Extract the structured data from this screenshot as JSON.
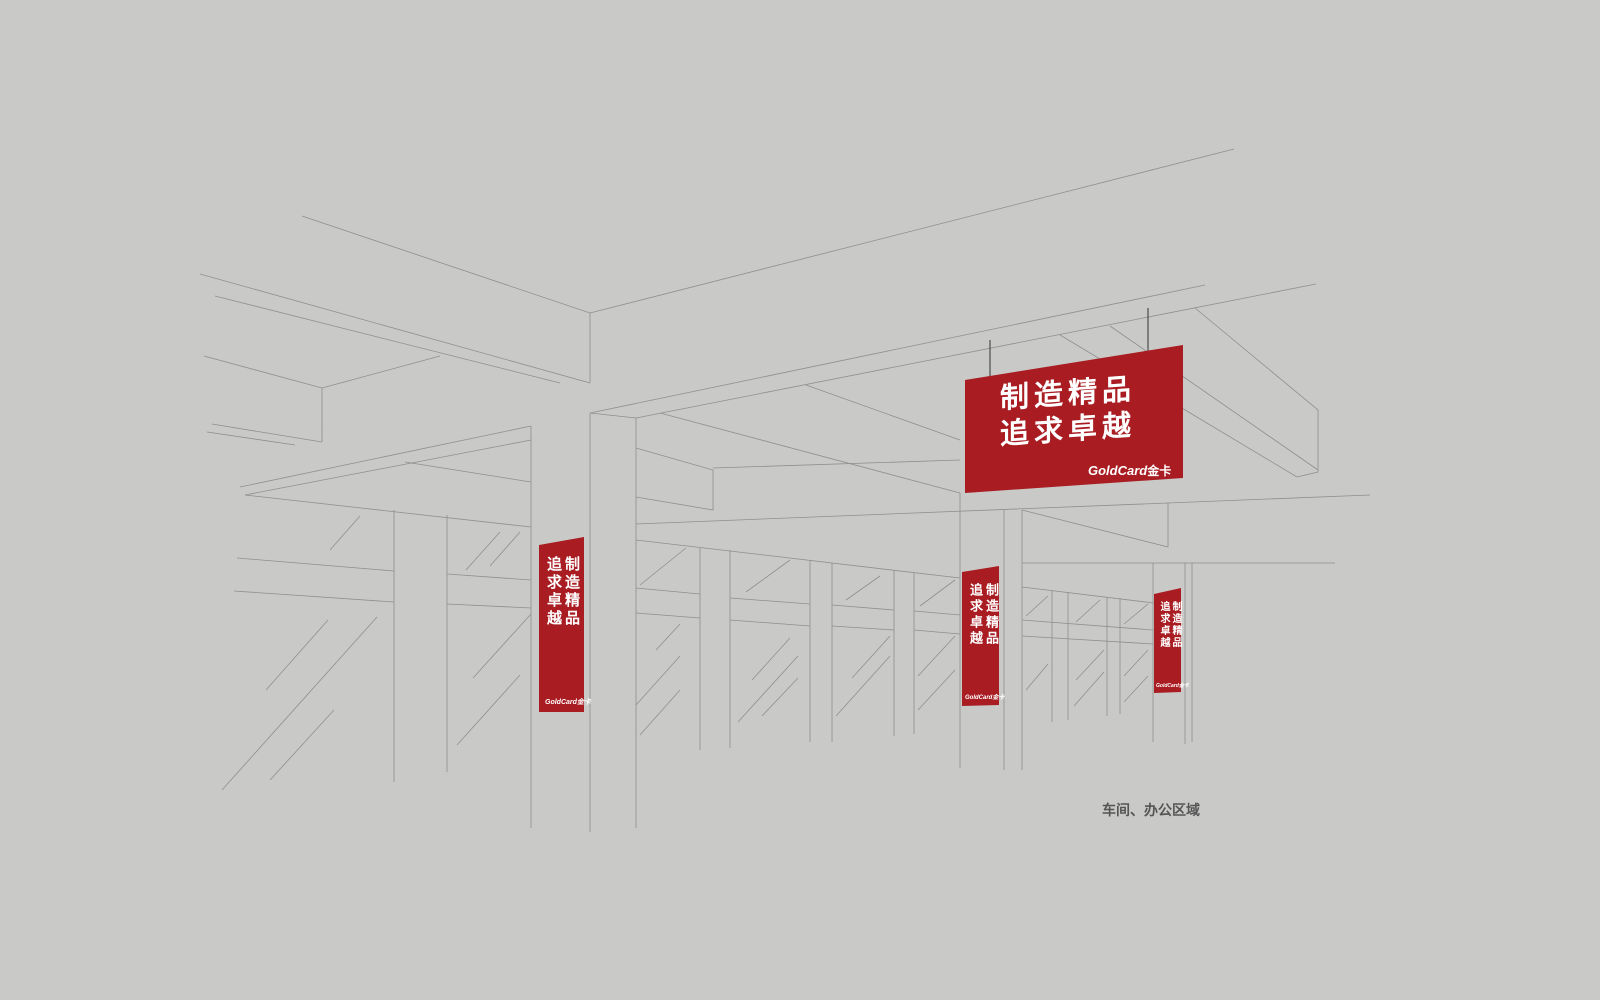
{
  "sign": {
    "line1": "制造精品",
    "line2": "追求卓越",
    "brand_latin": "GoldCard",
    "brand_cn": "金卡",
    "color": "#a81c22"
  },
  "caption": "车间、办公区域",
  "background_color": "#c9cac8"
}
